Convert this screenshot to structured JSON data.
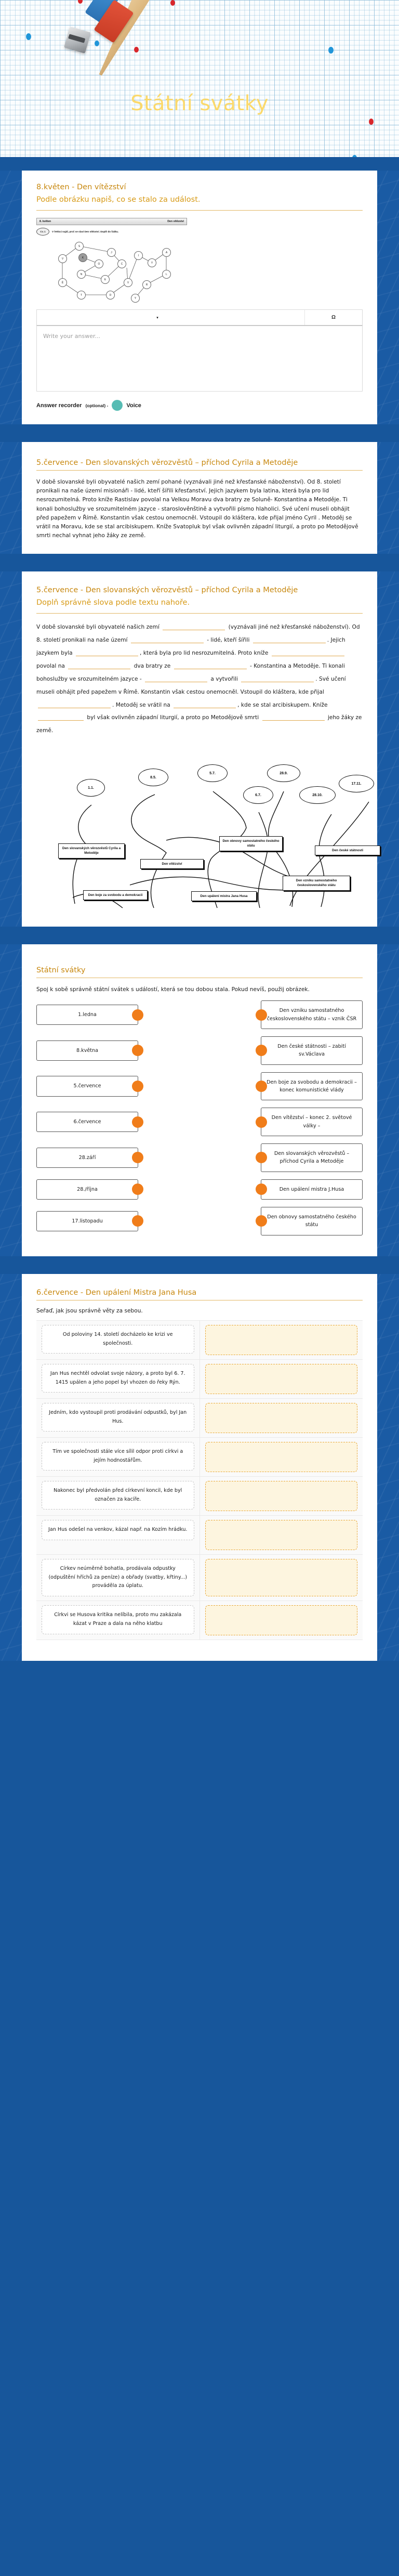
{
  "hero": {
    "title": "Státní svátky"
  },
  "q1": {
    "title": "8.květen - Den vítězství",
    "subtitle": "Podle obrázku napiš, co se stalo za událost.",
    "scan": {
      "head_left": "8. květen",
      "head_right": "Den vítězství",
      "bubble": "Cv. 1",
      "instruction": "V řetězci najdi, proč se slaví Den vítězství. Doplň do řádku.",
      "nodes": [
        "S",
        "J",
        "K",
        "O",
        "C",
        "V",
        "N",
        "V",
        "E",
        "V",
        "L",
        "R",
        "T",
        "D",
        "V",
        "K",
        "Y",
        "A"
      ]
    },
    "toolbar": {
      "caret": "▾",
      "omega": "Ω"
    },
    "answer_placeholder": "Write your answer...",
    "recorder_label": "Answer recorder",
    "recorder_optional": "(optional) -",
    "recorder_voice": "Voice"
  },
  "q2": {
    "title": "5.července - Den slovanských věrozvěstů – příchod Cyrila a Metoděje",
    "paragraph": "V době slovanské byli obyvatelé našich zemí pohané (vyznávali jiné než křesťanské náboženství). Od 8. století pronikali na naše území misionáři - lidé, kteří šířili křesťanství. Jejich jazykem byla latina, která byla pro lid nesrozumitelná. Proto kníže Rastislav povolal na Velkou Moravu dva bratry ze Soluně- Konstantina a Metoděje. Ti konali bohoslužby ve srozumitelném jazyce - staroslověnštině a vytvořili písmo hlaholici. Své učení museli obhájit před papežem v Římě. Konstantin však cestou onemocněl. Vstoupil do kláštera, kde přijal jméno Cyril . Metoděj se vrátil na Moravu, kde se stal arcibiskupem. Kníže Svatopluk byl však ovlivněn západní liturgií, a proto po Metodějově smrti nechal vyhnat jeho žáky ze země."
  },
  "q3": {
    "title": "5.července - Den slovanských věrozvěstů – příchod Cyrila a Metoděje",
    "subtitle": "Doplň správně slova podle textu nahoře.",
    "fill_segments": [
      "V době slovanské byli obyvatelé našich zemí ",
      " (vyznávali jiné než křesťanské náboženství). Od 8. století pronikali na naše území ",
      " - lidé, kteří šířili ",
      ". Jejich jazykem byla ",
      ", která byla pro lid nesrozumitelná. Proto kníže ",
      " povolal na ",
      " dva bratry ze ",
      " - Konstantina a Metoděje. Ti konali bohoslužby ve srozumitelném jazyce - ",
      " a vytvořili ",
      ". Své učení museli obhájit před papežem v Římě. Konstantin však cestou onemocněl. Vstoupil do kláštera, kde přijal ",
      ". Metoděj se vrátil na ",
      ", kde se stal arcibiskupem. Kníže ",
      " byl však ovlivněn západní liturgií, a proto po Metodějově smrti ",
      " jeho žáky ze země."
    ],
    "scan2": {
      "ovals": [
        "1.1.",
        "8.5.",
        "5.7.",
        "6.7.",
        "28.9.",
        "28.10.",
        "17.11."
      ],
      "labels": [
        "Den slovanských věrozvěstů Cyrila a Metoděje",
        "Den vítězství",
        "Den obnovy samostatného českého státu",
        "Den české státnosti",
        "Den boje za svobodu a demokracii",
        "Den upálení mistra Jana Husa",
        "Den vzniku samostatného československého státu"
      ]
    }
  },
  "q4": {
    "title": "Státní svátky",
    "subtitle": "Spoj k sobě správně státní svátek s událostí, která se tou dobou stala. Pokud nevíš, použij obrázek.",
    "pairs": [
      {
        "date": "1.ledna",
        "event": "Den vzniku samostatného československého státu – vznik ČSR"
      },
      {
        "date": "8.května",
        "event": "Den české státnosti – zabití sv.Václava"
      },
      {
        "date": "5.července",
        "event": "Den boje za svobodu a demokracii – konec komunistické vlády"
      },
      {
        "date": "6.července",
        "event": "Den vítězství – konec 2. světové války –"
      },
      {
        "date": "28.září",
        "event": "Den slovanských věrozvěstů – příchod Cyrila a Metoděje"
      },
      {
        "date": "28./října",
        "event": "Den upálení mistra J.Husa"
      },
      {
        "date": "17.listopadu",
        "event": "Den obnovy samostatného českého státu"
      }
    ]
  },
  "q5": {
    "title": "6.července - Den upálení Mistra Jana Husa",
    "subtitle": "Seřaď, jak jsou správně věty za sebou.",
    "items": [
      "Od poloviny 14. století docházelo ke krizi ve společnosti.",
      "Jan Hus nechtěl odvolat svoje názory, a proto byl 6. 7. 1415 upálen a jeho popel byl vhozen do řeky Rýn.",
      "Jedním, kdo vystoupil proti prodávání odpustků, byl Jan Hus.",
      "Tím ve společnosti stále více sílil odpor proti církvi a jejím hodnostářům.",
      "Nakonec byl předvolán před církevní koncil, kde byl označen za kacíře.",
      "Jan Hus odešel na venkov, kázal např. na Kozím hrádku.",
      "Církev neúměrně bohatla, prodávala odpustky (odpuštění hříchů za peníze) a obřady (svatby, křtiny...) prováděla za úplatu.",
      "Církvi se Husova kritika nelíbila, proto mu zakázala kázat v Praze a dala na něho klatbu"
    ]
  }
}
